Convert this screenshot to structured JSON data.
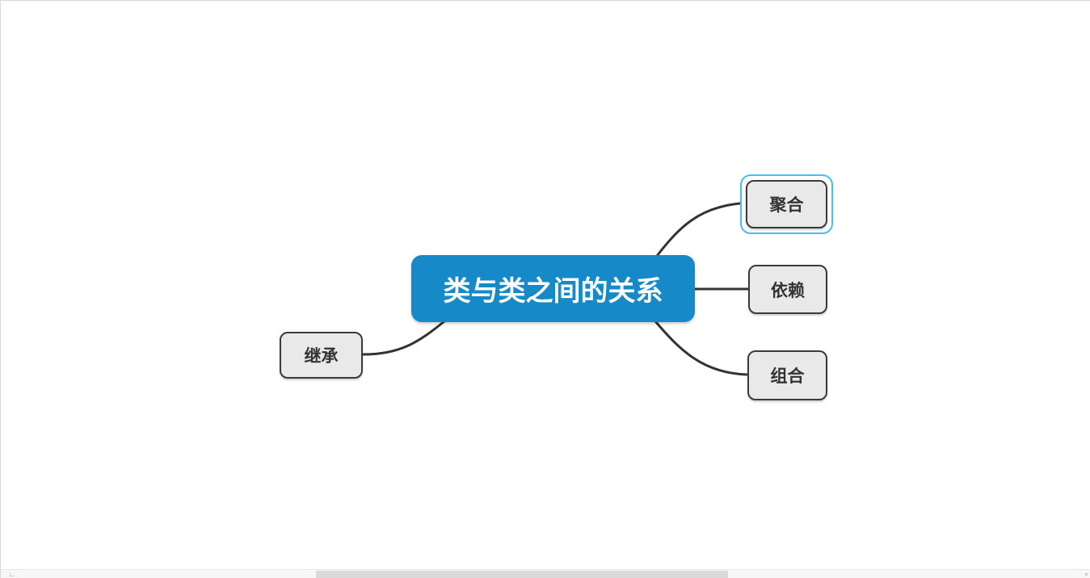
{
  "colors": {
    "canvas_bg": "#ffffff",
    "canvas_border": "#d8d8d8",
    "root_fill": "#1689c9",
    "root_text": "#ffffff",
    "node_fill": "#e9e9e9",
    "node_border": "#3b3b3b",
    "node_text": "#333333",
    "connector": "#333333",
    "selection": "#47bdf2",
    "scroll_track": "#f7f7f7",
    "scroll_thumb": "#d9d9d9"
  },
  "mindmap": {
    "root": {
      "label": "类与类之间的关系"
    },
    "topics": {
      "aggregation": {
        "label": "聚合",
        "selected": true
      },
      "dependency": {
        "label": "依赖",
        "selected": false
      },
      "composition": {
        "label": "组合",
        "selected": false
      },
      "inheritance": {
        "label": "继承",
        "selected": false
      }
    }
  }
}
